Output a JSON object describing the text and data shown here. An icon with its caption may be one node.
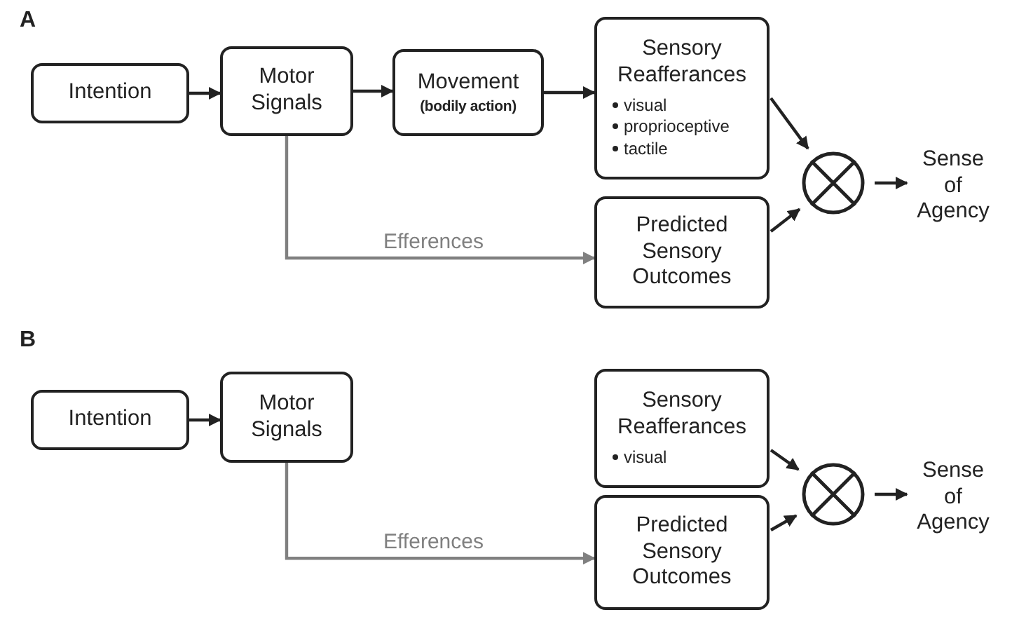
{
  "diagram": {
    "nodes": [
      {
        "text": [
          "Intention"
        ]
      },
      {
        "text": [
          "Motor Signals"
        ]
      },
      {
        "text": [
          "Movement",
          "(bodily action)"
        ]
      },
      {
        "text": [
          "Sensory Reafferances",
          "visual",
          "proprioceptive",
          "tactile"
        ]
      },
      {
        "text": [
          "Predicted Sensory Outcomes"
        ]
      },
      {
        "text": [],
        "shape": "circle"
      },
      {
        "text": [
          "Sense of Agency"
        ]
      },
      {
        "text": [
          "Intention"
        ]
      },
      {
        "text": [
          "Motor Signals"
        ]
      },
      {
        "text": [
          "Sensory Reafferances",
          "visual"
        ]
      },
      {
        "text": [
          "Predicted Sensory Outcomes"
        ]
      },
      {
        "text": [],
        "shape": "circle"
      },
      {
        "text": [
          "Sense of Agency"
        ]
      }
    ],
    "edges": [
      {
        "from": 0,
        "to": 1,
        "arrow": "to"
      },
      {
        "from": 1,
        "to": 2,
        "arrow": "to"
      },
      {
        "from": 2,
        "to": 3,
        "arrow": "to"
      },
      {
        "from": 1,
        "to": 4,
        "arrow": "to",
        "label": "Efferences",
        "color": "#808080"
      },
      {
        "from": 3,
        "to": 5,
        "arrow": "to"
      },
      {
        "from": 4,
        "to": 5,
        "arrow": "to"
      },
      {
        "from": 5,
        "to": 6,
        "arrow": "to"
      },
      {
        "from": 7,
        "to": 8,
        "arrow": "to"
      },
      {
        "from": 8,
        "to": 10,
        "arrow": "to",
        "label": "Efferences",
        "color": "#808080"
      },
      {
        "from": 9,
        "to": 11,
        "arrow": "to"
      },
      {
        "from": 10,
        "to": 11,
        "arrow": "to"
      },
      {
        "from": 11,
        "to": 12,
        "arrow": "to"
      }
    ],
    "labels": [
      "A",
      "B"
    ]
  }
}
